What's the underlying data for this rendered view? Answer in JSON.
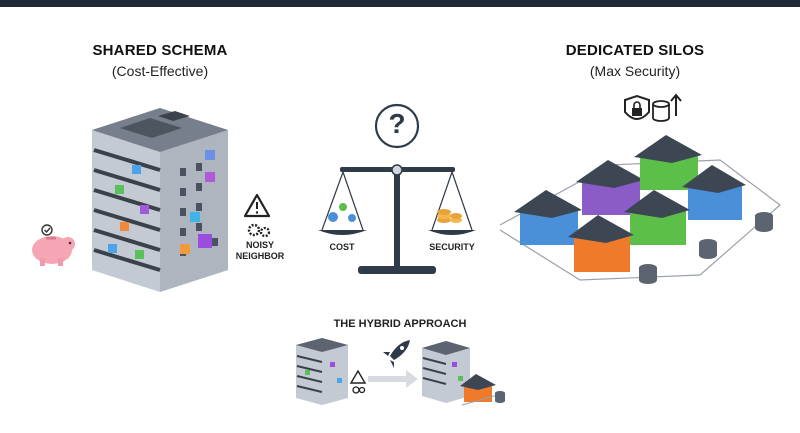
{
  "left": {
    "title": "SHARED SCHEMA",
    "subtitle": "(Cost-Effective)",
    "warning_label_line1": "NOISY",
    "warning_label_line2": "NEIGHBOR"
  },
  "right": {
    "title": "DEDICATED SILOS",
    "subtitle": "(Max Security)"
  },
  "center": {
    "question_mark": "?",
    "cost_label": "COST",
    "security_label": "SECURITY"
  },
  "bottom": {
    "title": "THE HYBRID APPROACH"
  },
  "colors": {
    "building": "#c9ced6",
    "building_dark": "#8a929e",
    "roof": "#5b6470",
    "house_blue": "#4a90d9",
    "house_purple": "#8b5cc7",
    "house_green": "#5cbf4a",
    "house_orange": "#ee7a2a",
    "scale": "#2f3b48",
    "piggy": "#f6a5b4"
  },
  "icons": [
    "piggy-bank-icon",
    "warning-icon",
    "gear-icon",
    "shield-lock-icon",
    "database-upgrade-icon",
    "rocket-icon",
    "question-icon",
    "coins-icon"
  ]
}
